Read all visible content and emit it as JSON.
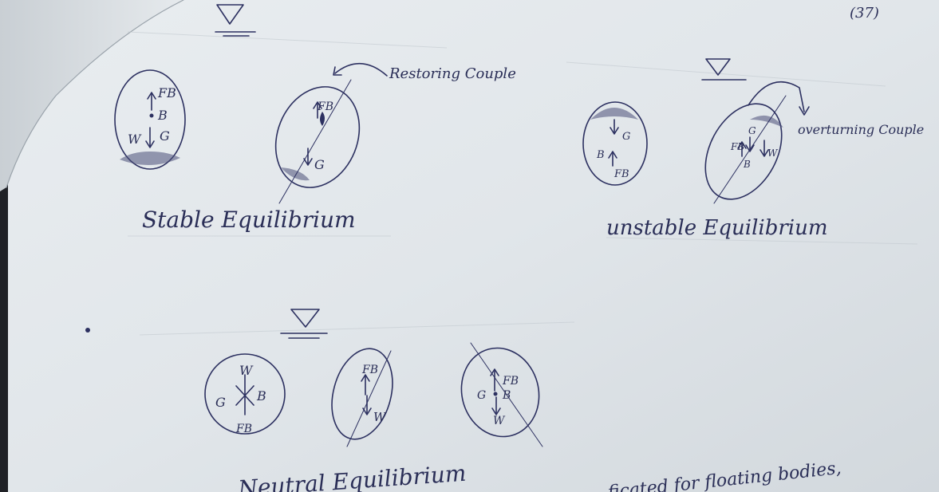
{
  "page_number": "(37)",
  "section_stable": {
    "title": "Stable Equilibrium",
    "note": "Restoring Couple",
    "fig1_labels": {
      "fb": "FB",
      "b": "B",
      "w": "W",
      "g": "G"
    },
    "fig2_labels": {
      "fb": "FB",
      "g": "G"
    }
  },
  "section_unstable": {
    "title": "unstable Equilibrium",
    "note": "overturning Couple",
    "fig1_labels": {
      "g": "G",
      "b": "B",
      "fb": "FB"
    },
    "fig2_labels": {
      "g": "G",
      "fb": "FB",
      "b": "B",
      "w": "W"
    }
  },
  "section_neutral": {
    "title": "Neutral Equilibrium",
    "fig1_labels": {
      "w": "W",
      "g": "G",
      "b": "B",
      "fb": "FB"
    },
    "fig2_labels": {
      "fb": "FB",
      "w": "W"
    },
    "fig3_labels": {
      "fb": "FB",
      "g": "G",
      "b": "B",
      "w": "W"
    }
  },
  "footer_text": "...ficated for floating bodies,"
}
